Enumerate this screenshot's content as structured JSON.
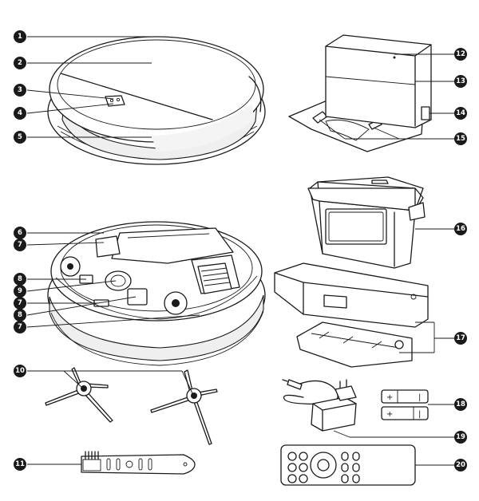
{
  "callouts": [
    {
      "number": "1"
    },
    {
      "number": "2"
    },
    {
      "number": "3"
    },
    {
      "number": "4"
    },
    {
      "number": "5"
    },
    {
      "number": "6"
    },
    {
      "number": "7"
    },
    {
      "number": "8"
    },
    {
      "number": "9"
    },
    {
      "number": "7"
    },
    {
      "number": "8"
    },
    {
      "number": "7"
    },
    {
      "number": "10"
    },
    {
      "number": "11"
    },
    {
      "number": "12"
    },
    {
      "number": "13"
    },
    {
      "number": "14"
    },
    {
      "number": "15"
    },
    {
      "number": "16"
    },
    {
      "number": "17"
    },
    {
      "number": "18"
    },
    {
      "number": "19"
    },
    {
      "number": "20"
    }
  ],
  "battery_labels": {
    "plus": "+",
    "minus": "|"
  },
  "icons": [
    "robot-vacuum-top-icon",
    "robot-vacuum-bottom-icon",
    "side-brush-icon",
    "cleaning-tool-icon",
    "charging-dock-icon",
    "dust-box-icon",
    "water-tank-icon",
    "power-adapter-icon",
    "aaa-battery-icon",
    "remote-control-icon"
  ]
}
